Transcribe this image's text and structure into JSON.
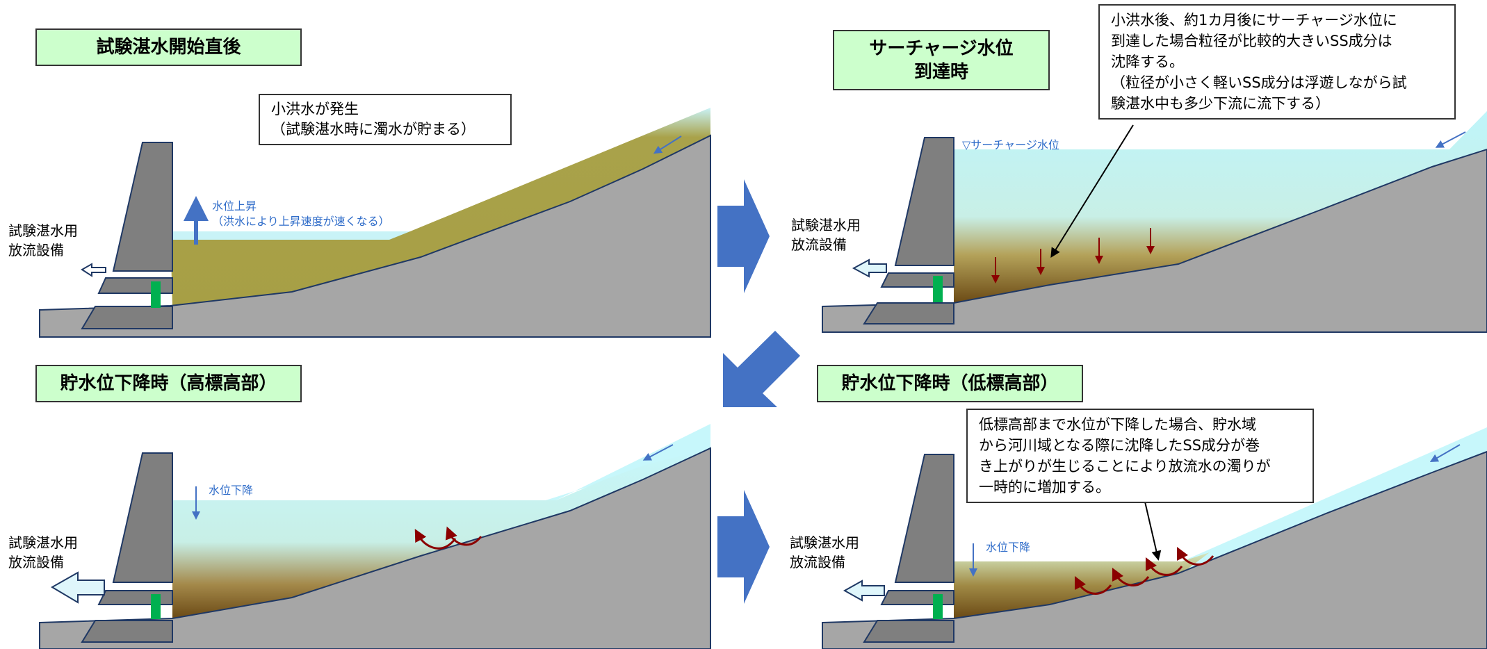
{
  "colors": {
    "title_bg": "#ccffcc",
    "water_light": "#bff5fa",
    "muddy_water": "#a9a24a",
    "sediment_dark": "#6b4a15",
    "ground": "#a6a6a6",
    "dam": "#7f7f7f",
    "outlet_green": "#00b050",
    "flow_arrow": "#4472c4",
    "settle_arrow": "#8b0000",
    "label_blue": "#2f6cc9"
  },
  "panels": {
    "top_left": {
      "title": "試験湛水開始直後",
      "note": "小洪水が発生\n（試験湛水時に濁水が貯まる）",
      "facility_label": "試験湛水用\n放流設備",
      "level_label": "水位上昇\n（洪水により上昇速度が速くなる）",
      "icons": [
        "rise-arrow-icon",
        "inflow-arrow-icon",
        "outflow-arrow-icon"
      ]
    },
    "top_right": {
      "title": "サーチャージ水位\n到達時",
      "note": "小洪水後、約1カ月後にサーチャージ水位に\n到達した場合粒径が比較的大きいSS成分は\n沈降する。\n（粒径が小さく軽いSS成分は浮遊しながら試\n験湛水中も多少下流に流下する）",
      "facility_label": "試験湛水用\n放流設備",
      "level_label": "▽サーチャージ水位",
      "icons": [
        "settling-arrow-icon",
        "inflow-arrow-icon",
        "outflow-arrow-icon"
      ]
    },
    "bottom_left": {
      "title": "貯水位下降時（高標高部）",
      "facility_label": "試験湛水用\n放流設備",
      "level_label": "水位下降",
      "icons": [
        "fall-arrow-icon",
        "resuspension-arrow-icon",
        "inflow-arrow-icon",
        "outflow-arrow-icon"
      ]
    },
    "bottom_right": {
      "title": "貯水位下降時（低標高部）",
      "note": "低標高部まで水位が下降した場合、貯水域\nから河川域となる際に沈降したSS成分が巻\nき上がりが生じることにより放流水の濁りが\n一時的に増加する。",
      "facility_label": "試験湛水用\n放流設備",
      "level_label": "水位下降",
      "icons": [
        "fall-arrow-icon",
        "resuspension-arrow-icon",
        "inflow-arrow-icon",
        "outflow-arrow-icon"
      ]
    }
  },
  "transition_arrows": [
    "right-arrow-icon",
    "down-left-arrow-icon",
    "right-arrow-icon"
  ]
}
